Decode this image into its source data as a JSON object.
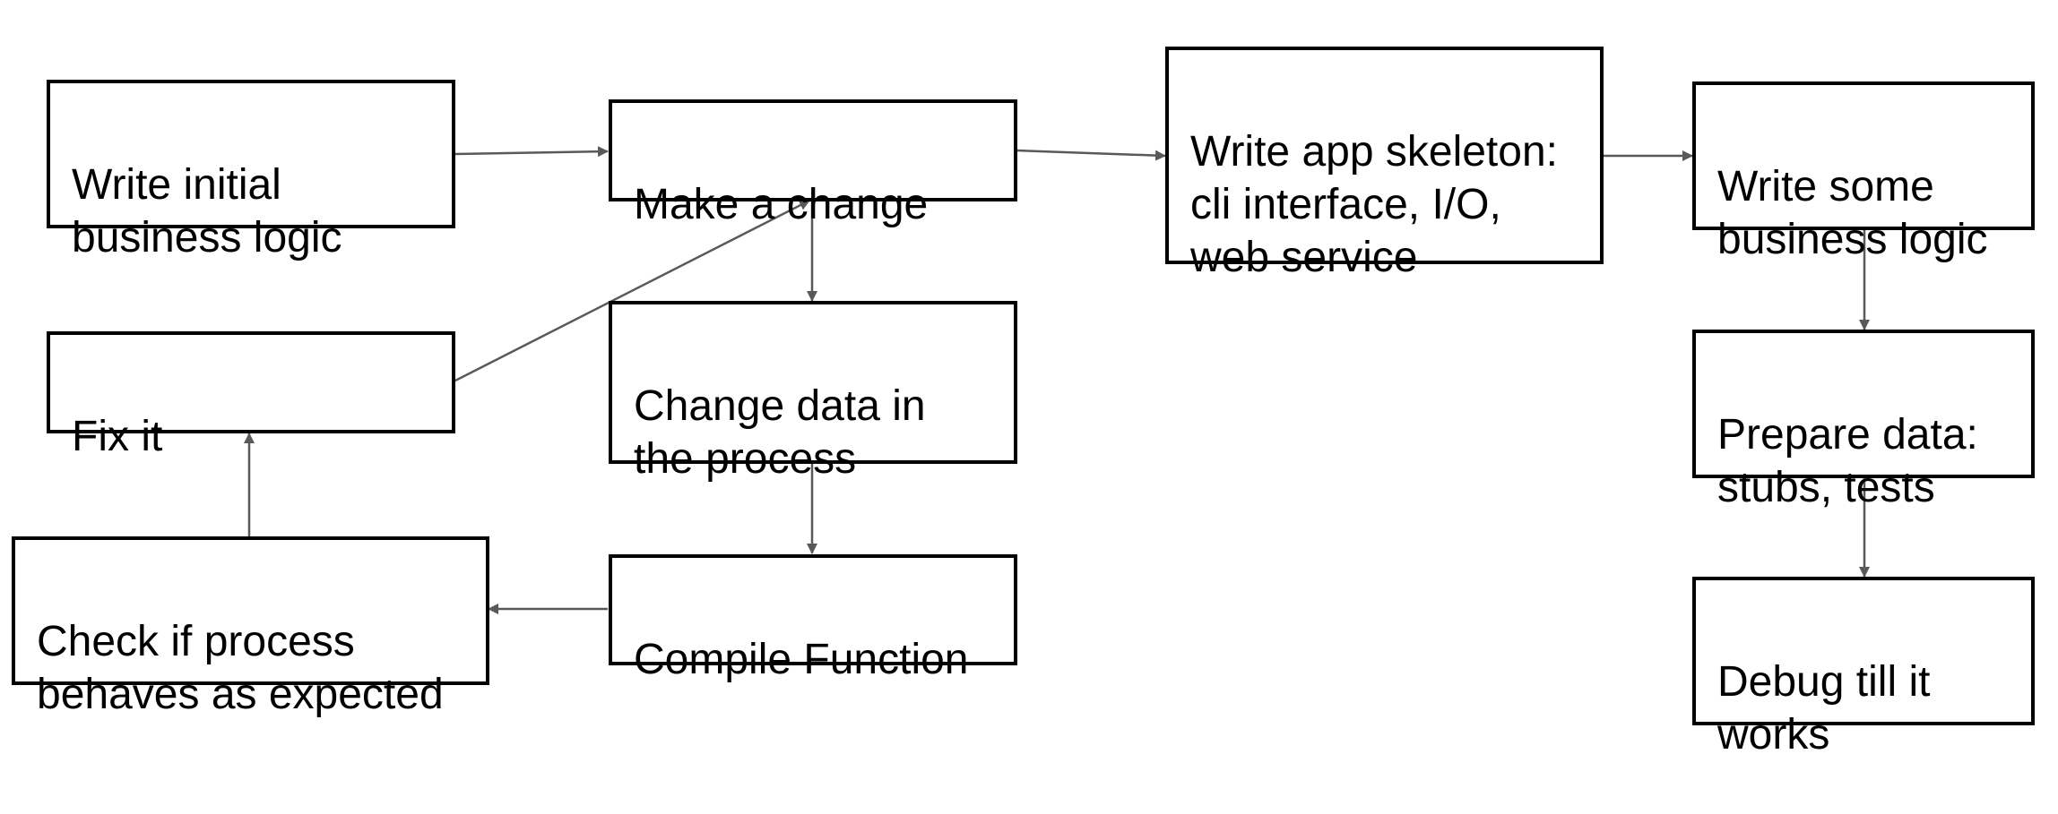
{
  "diagram": {
    "nodes": {
      "write_initial": {
        "label": "Write initial\nbusiness logic"
      },
      "make_change": {
        "label": "Make a change"
      },
      "change_data": {
        "label": "Change data in\nthe process"
      },
      "compile": {
        "label": "Compile Function"
      },
      "check": {
        "label": "Check if process\nbehaves as expected"
      },
      "fix": {
        "label": "Fix it"
      },
      "skeleton": {
        "label": "Write app skeleton:\ncli interface, I/O,\nweb service"
      },
      "write_some": {
        "label": "Write some\nbusiness logic"
      },
      "prepare": {
        "label": "Prepare data:\nstubs, tests"
      },
      "debug": {
        "label": "Debug till it\nworks"
      }
    },
    "edges": [
      {
        "from": "write_initial",
        "to": "make_change"
      },
      {
        "from": "make_change",
        "to": "change_data"
      },
      {
        "from": "change_data",
        "to": "compile"
      },
      {
        "from": "compile",
        "to": "check"
      },
      {
        "from": "check",
        "to": "fix"
      },
      {
        "from": "fix",
        "to": "make_change"
      },
      {
        "from": "make_change",
        "to": "skeleton"
      },
      {
        "from": "skeleton",
        "to": "write_some"
      },
      {
        "from": "write_some",
        "to": "prepare"
      },
      {
        "from": "prepare",
        "to": "debug"
      }
    ],
    "colors": {
      "box_border": "#000000",
      "edge": "#595959",
      "text": "#000000",
      "background": "#ffffff"
    }
  }
}
